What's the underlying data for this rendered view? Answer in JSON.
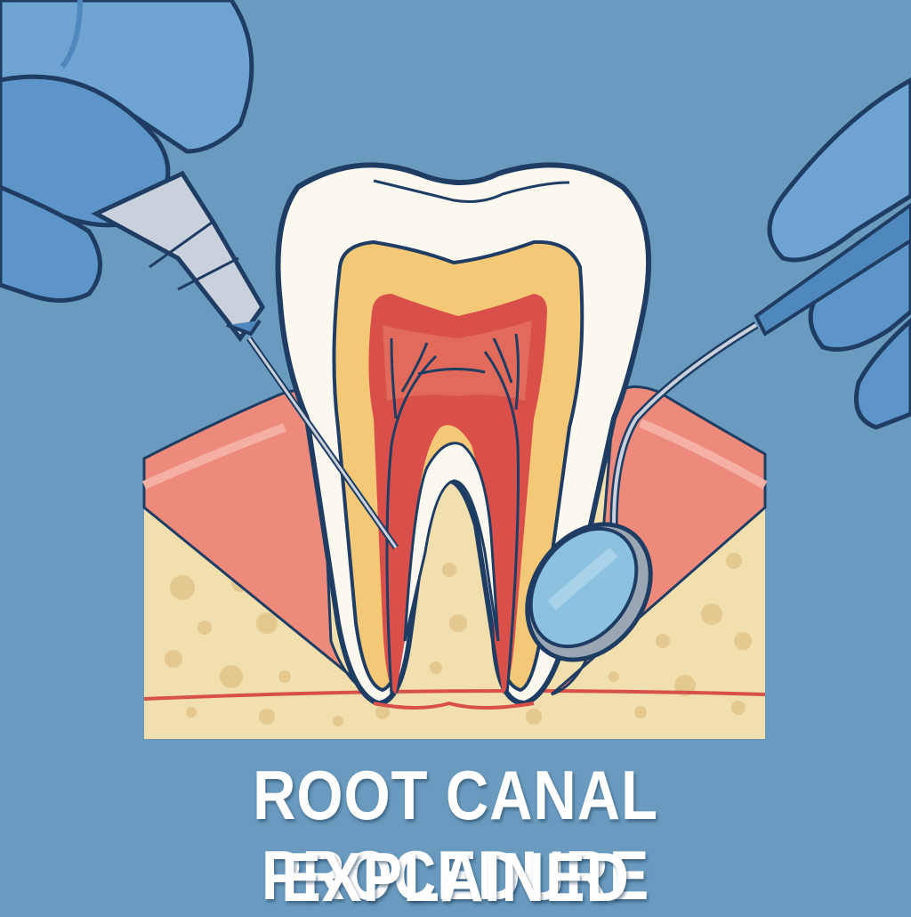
{
  "title": {
    "line1": "ROOT CANAL PROCEDURE",
    "line2": "EXPLAINED"
  },
  "illustration": {
    "subject": "tooth cross-section with dental instruments",
    "elements": [
      "tooth",
      "enamel",
      "dentin",
      "pulp-chamber",
      "nerves",
      "roots",
      "gums",
      "jaw-bone",
      "endodontic-file",
      "dental-mirror",
      "gloved-hand-left",
      "gloved-hand-right"
    ]
  },
  "colors": {
    "background": "#6a9bbf",
    "outline": "#1f3d63",
    "enamel": "#fbf8f0",
    "dentin": "#f3c877",
    "pulp": "#d9504a",
    "pulp_light": "#e26a5b",
    "gum": "#ec8a7c",
    "bone": "#f2dfae",
    "bone_spot": "#e3c98f",
    "glove": "#6fa3d2",
    "glove_shadow": "#4f88bd",
    "metal": "#c9d2dc",
    "mirror": "#8cc1e0",
    "title_text": "#ffffff"
  }
}
